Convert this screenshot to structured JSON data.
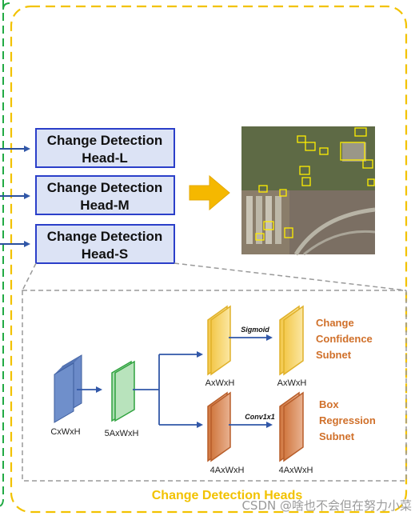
{
  "heads": [
    {
      "line1": "Change Detection",
      "line2": "Head-L"
    },
    {
      "line1": "Change Detection",
      "line2": "Head-M"
    },
    {
      "line1": "Change Detection",
      "line2": "Head-S"
    }
  ],
  "detail": {
    "input_label": "CxWxH",
    "mid_label": "5AxWxH",
    "top_in_label": "AxWxH",
    "top_op": "Sigmoid",
    "top_out_label": "AxWxH",
    "bot_in_label": "4AxWxH",
    "bot_op": "Conv1x1",
    "bot_out_label": "4AxWxH",
    "confidence_subnet": [
      "Change",
      "Confidence",
      "Subnet"
    ],
    "regression_subnet": [
      "Box",
      "Regression",
      "Subnet"
    ]
  },
  "footer_title": "Change Detection Heads",
  "watermark": "CSDN @啥也不会但在努力小菜",
  "colors": {
    "outer_border": "#f2c200",
    "left_border": "#22aa44",
    "head_fill": "#dce3f5",
    "head_border": "#2b3fc9",
    "arrow_fill": "#f5b800",
    "blue_block": "#5f7fbf",
    "green_block": "#8cd68c",
    "yellow_block": "#f7d56b",
    "orange_block": "#d98550"
  }
}
